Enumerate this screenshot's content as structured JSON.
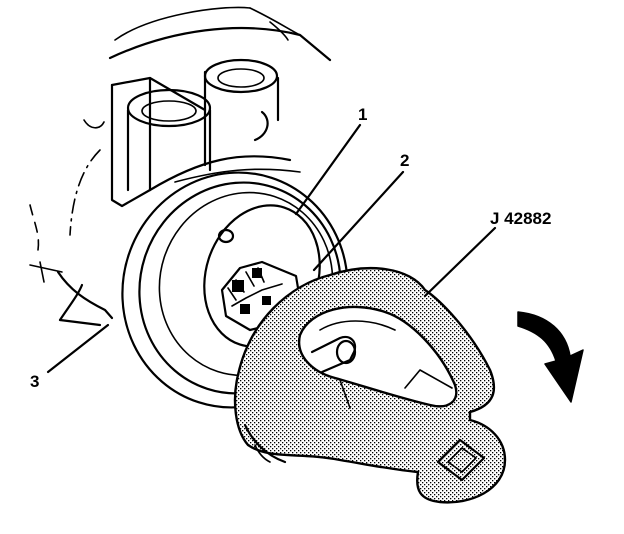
{
  "labels": {
    "part_1": "1",
    "part_2": "2",
    "part_3": "3",
    "tool": "J 42882"
  },
  "colors": {
    "ink": "#000000",
    "background": "#ffffff"
  },
  "icons": {
    "rotation_arrow": "clockwise-arrow-icon"
  }
}
